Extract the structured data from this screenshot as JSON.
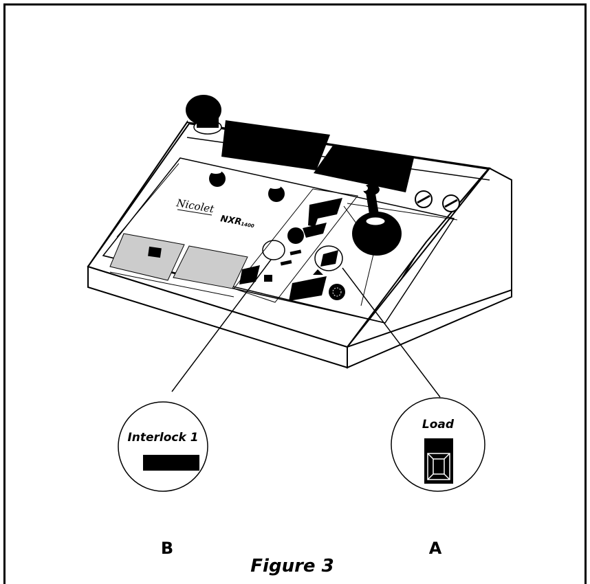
{
  "figure": {
    "caption": "Figure 3",
    "brand": "Nicolet",
    "model": "NXR",
    "model_number": "1400"
  },
  "callouts": {
    "left": {
      "letter": "B",
      "label": "Interlock 1"
    },
    "right": {
      "letter": "A",
      "label": "Load"
    }
  },
  "icons": {
    "emergency_stop": "emergency-stop-button",
    "joystick": "joystick",
    "key_switch": "key-switch"
  },
  "colors": {
    "ink": "#000000",
    "panel_gray": "#cccccc",
    "background": "#ffffff"
  }
}
